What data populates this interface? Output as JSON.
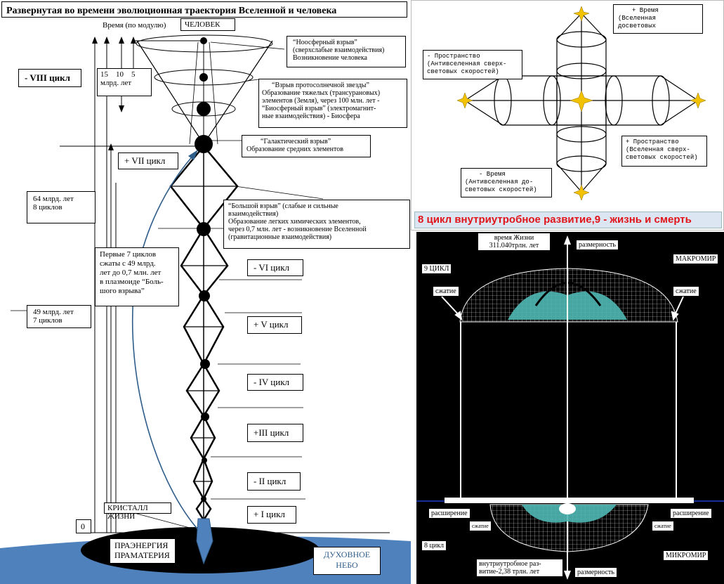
{
  "left": {
    "title": "Развернутая во времени эволюционная траектория Вселенной и человека",
    "time_axis": {
      "label": "Время  (по модулю)",
      "human": "ЧЕЛОВЕК",
      "zero": "0",
      "marks": [
        "15",
        "10",
        "5"
      ],
      "unit": "млрд. лет"
    },
    "cycles": [
      {
        "label": "- VIII цикл"
      },
      {
        "label": "+ VII цикл"
      },
      {
        "label": "- VI цикл"
      },
      {
        "label": "+ V цикл"
      },
      {
        "label": "- IV цикл"
      },
      {
        "label": "+III цикл"
      },
      {
        "label": "- II цикл"
      },
      {
        "label": "+ I цикл"
      }
    ],
    "notes": {
      "noosphere": [
        "“Ноосферный взрыв”",
        "(сверхслабые взаимодействия)",
        "Возникновение человека"
      ],
      "protosolar": [
        "“Взрыв протосолнечной звезды”",
        "Образование тяжелых (трансурановых)",
        "элементов (Земля), через 100 млн. лет -",
        "“Биосферный взрыв” (электромагнит-",
        "ные взаимодействия) - Биосфера"
      ],
      "galactic": [
        "“Галактический взрыв”",
        "Образование средних  элементов"
      ],
      "bigbang": [
        "“Большой взрыв” (слабые и сильные",
        "взаимодействия)",
        " Образование легких химических элементов,",
        "через 0,7 млн. лет - возникновение Вселенной",
        "(гравитационные взаимодействия)"
      ],
      "first7": [
        "Первые 7 циклов",
        "сжаты с 49 млрд.",
        "лет до 0,7 млн. лет",
        "в плазмоиде “Боль-",
        "шого взрыва”"
      ],
      "y64": [
        "64 млрд. лет",
        " 8 циклов"
      ],
      "y49": [
        "49 млрд. лет",
        " 7 циклов"
      ]
    },
    "crystal": "КРИСТАЛЛ ЖИЗНИ",
    "preenergy": [
      "ПРАЭНЕРГИЯ",
      "ПРАМАТЕРИЯ"
    ],
    "heaven": [
      "ДУХОВНОЕ",
      "НЕБО"
    ]
  },
  "right_top": {
    "time_plus": [
      "+  Время",
      "(Вселенная",
      "досветовых"
    ],
    "space_minus": [
      "- Пространство",
      "(Антивселенная сверх-",
      "световых скоростей)"
    ],
    "space_plus": [
      "+ Пространство",
      "(Вселенная сверх-",
      "световых скоростей)"
    ],
    "time_minus": [
      "-  Время",
      "(Антивселенная до-",
      "световых скоростей)"
    ],
    "caption": "8 цикл внутриутробное развитие,9 - жизнь и смерть",
    "caption_color": "#e0141a"
  },
  "right_bottom": {
    "life_time": [
      "время Жизни",
      "311.040трлн. лет"
    ],
    "dimension_top": "размерность",
    "cycle9": "9 ЦИКЛ",
    "macro": "МАКРОМИР",
    "squeeze_left": "сжатие",
    "squeeze_right": "сжатие",
    "expand_left": "расширение",
    "expand_right": "расширение",
    "squeeze_small_left": "сжатие",
    "squeeze_small_right": "сжатие",
    "cycle8": "8 цикл",
    "micro": "МИКРОМИР",
    "prenatal": [
      "внутриутробное раз-",
      "витие-2,38 трлн. лет"
    ],
    "dimension_bottom": "размерность"
  }
}
